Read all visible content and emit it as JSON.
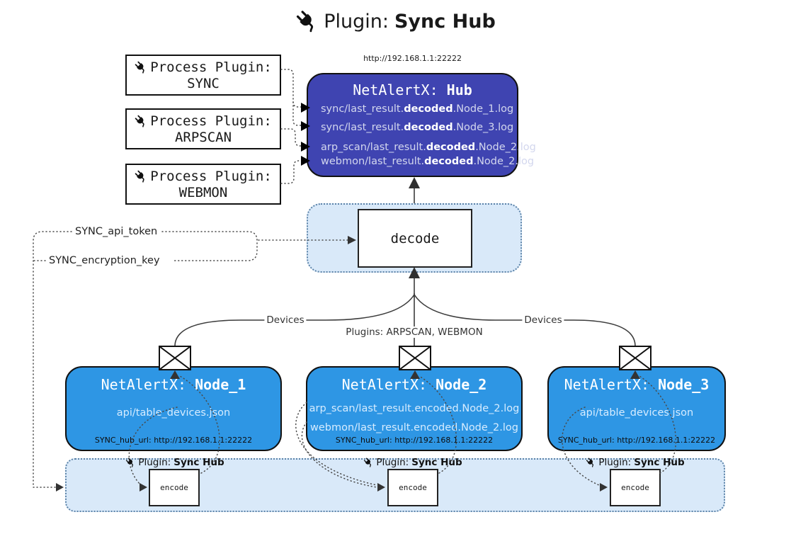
{
  "title": {
    "prefix": "Plugin: ",
    "bold": "Sync Hub"
  },
  "icons": {
    "title": "plug-icon",
    "process": "plug-icon",
    "mail": "envelope-icon"
  },
  "colors": {
    "hub_bg": "#3f44b1",
    "node_bg": "#2e96e4",
    "container_bg": "#d9e9f9",
    "container_border": "#5c83a8"
  },
  "process_plugins": [
    {
      "label": "Process Plugin:",
      "name": "SYNC"
    },
    {
      "label": "Process Plugin:",
      "name": "ARPSCAN"
    },
    {
      "label": "Process Plugin:",
      "name": "WEBMON"
    }
  ],
  "hub": {
    "url": "http://192.168.1.1:22222",
    "title_prefix": "NetAlertX: ",
    "title_bold": "Hub",
    "lines": [
      {
        "pre": "sync/last_result.",
        "bold": "decoded",
        "post": ".Node_1.log"
      },
      {
        "pre": "sync/last_result.",
        "bold": "decoded",
        "post": ".Node_3.log"
      },
      {
        "pre": "arp_scan/last_result.",
        "bold": "decoded",
        "post": ".Node_2.log"
      },
      {
        "pre": "webmon/last_result.",
        "bold": "decoded",
        "post": ".Node_2.log"
      }
    ]
  },
  "decode": {
    "label": "decode"
  },
  "secrets": {
    "api_token": "SYNC_api_token",
    "encryption_key": "SYNC_encryption_key"
  },
  "edges": {
    "devices_left": "Devices",
    "devices_right": "Devices",
    "plugins_center": "Plugins: ARPSCAN, WEBMON"
  },
  "nodes": [
    {
      "title_prefix": "NetAlertX: ",
      "title_bold": "Node_1",
      "lines": [
        "api/table_devices.json"
      ],
      "hub_url": "SYNC_hub_url: http://192.168.1.1:22222"
    },
    {
      "title_prefix": "NetAlertX: ",
      "title_bold": "Node_2",
      "lines": [
        "arp_scan/last_result.encoded.Node_2.log",
        "webmon/last_result.encoded.Node_2.log"
      ],
      "hub_url": "SYNC_hub_url: http://192.168.1.1:22222"
    },
    {
      "title_prefix": "NetAlertX: ",
      "title_bold": "Node_3",
      "lines": [
        "api/table_devices.json"
      ],
      "hub_url": "SYNC_hub_url: http://192.168.1.1:22222"
    }
  ],
  "encoders": [
    {
      "plugin_prefix": "Plugin: ",
      "plugin_bold": "Sync Hub",
      "label": "encode"
    },
    {
      "plugin_prefix": "Plugin: ",
      "plugin_bold": "Sync Hub",
      "label": "encode"
    },
    {
      "plugin_prefix": "Plugin: ",
      "plugin_bold": "Sync Hub",
      "label": "encode"
    }
  ]
}
